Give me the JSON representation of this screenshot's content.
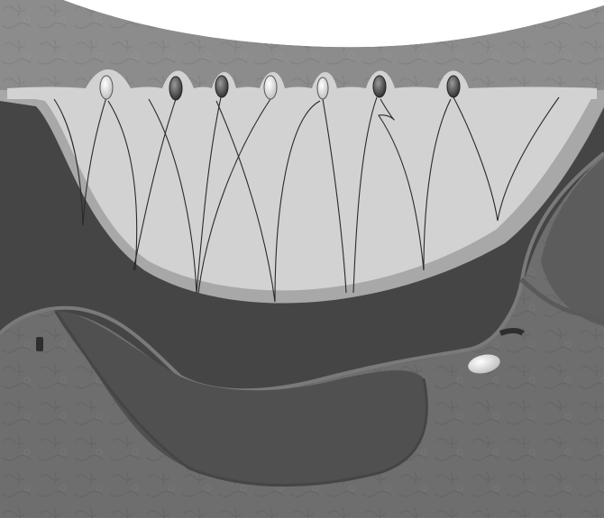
{
  "title": "",
  "colors": {
    "background_tissue": "#6e6e6e",
    "upper_tissue": "#8c8c8c",
    "cavity_fill": "#d2d2d2",
    "cavity_rim": "#a8a8a8",
    "dark_band": "#454545",
    "mid_band": "#5c5c5c",
    "lower_lobe": "#505050",
    "outline": "#7a7a7a",
    "fiber": "#2a2a2a",
    "body_light": "#efefef",
    "body_dark": "#3a3a3a"
  },
  "structures": {
    "cells": [
      {
        "shade": "light"
      },
      {
        "shade": "dark"
      },
      {
        "shade": "dark"
      },
      {
        "shade": "light"
      },
      {
        "shade": "light"
      },
      {
        "shade": "dark"
      },
      {
        "shade": "dark"
      }
    ],
    "fiber_count": 14,
    "detached_body": "light-oval",
    "small_markers": 2
  }
}
